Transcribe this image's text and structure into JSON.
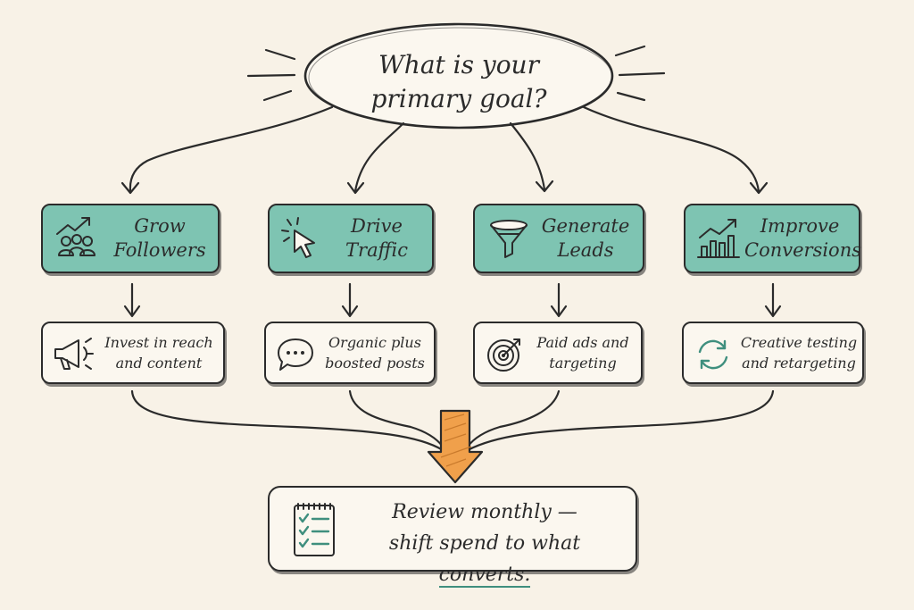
{
  "question": {
    "line1": "What is your",
    "line2": "primary goal?"
  },
  "goals": [
    {
      "line1": "Grow",
      "line2": "Followers",
      "icon": "growth-people-icon",
      "tactic": {
        "line1": "Invest in reach",
        "line2": "and content",
        "icon": "megaphone-icon"
      }
    },
    {
      "line1": "Drive",
      "line2": "Traffic",
      "icon": "cursor-click-icon",
      "tactic": {
        "line1": "Organic plus",
        "line2": "boosted posts",
        "icon": "chat-bubble-icon"
      }
    },
    {
      "line1": "Generate",
      "line2": "Leads",
      "icon": "funnel-icon",
      "tactic": {
        "line1": "Paid ads and",
        "line2": "targeting",
        "icon": "target-icon"
      }
    },
    {
      "line1": "Improve",
      "line2": "Conversions",
      "icon": "bar-chart-growth-icon",
      "tactic": {
        "line1": "Creative testing",
        "line2": "and retargeting",
        "icon": "refresh-cycle-icon"
      }
    }
  ],
  "review": {
    "line1": "Review monthly —",
    "line2a": "shift spend to what ",
    "line2b": "converts.",
    "icon": "checklist-icon"
  },
  "colors": {
    "background": "#f8f2e7",
    "goal_fill": "#7ec4b2",
    "tactic_fill": "#fbf7ef",
    "arrow_orange": "#f0a04b",
    "ink": "#2b2b2b",
    "accent_teal": "#3f8f7e"
  }
}
